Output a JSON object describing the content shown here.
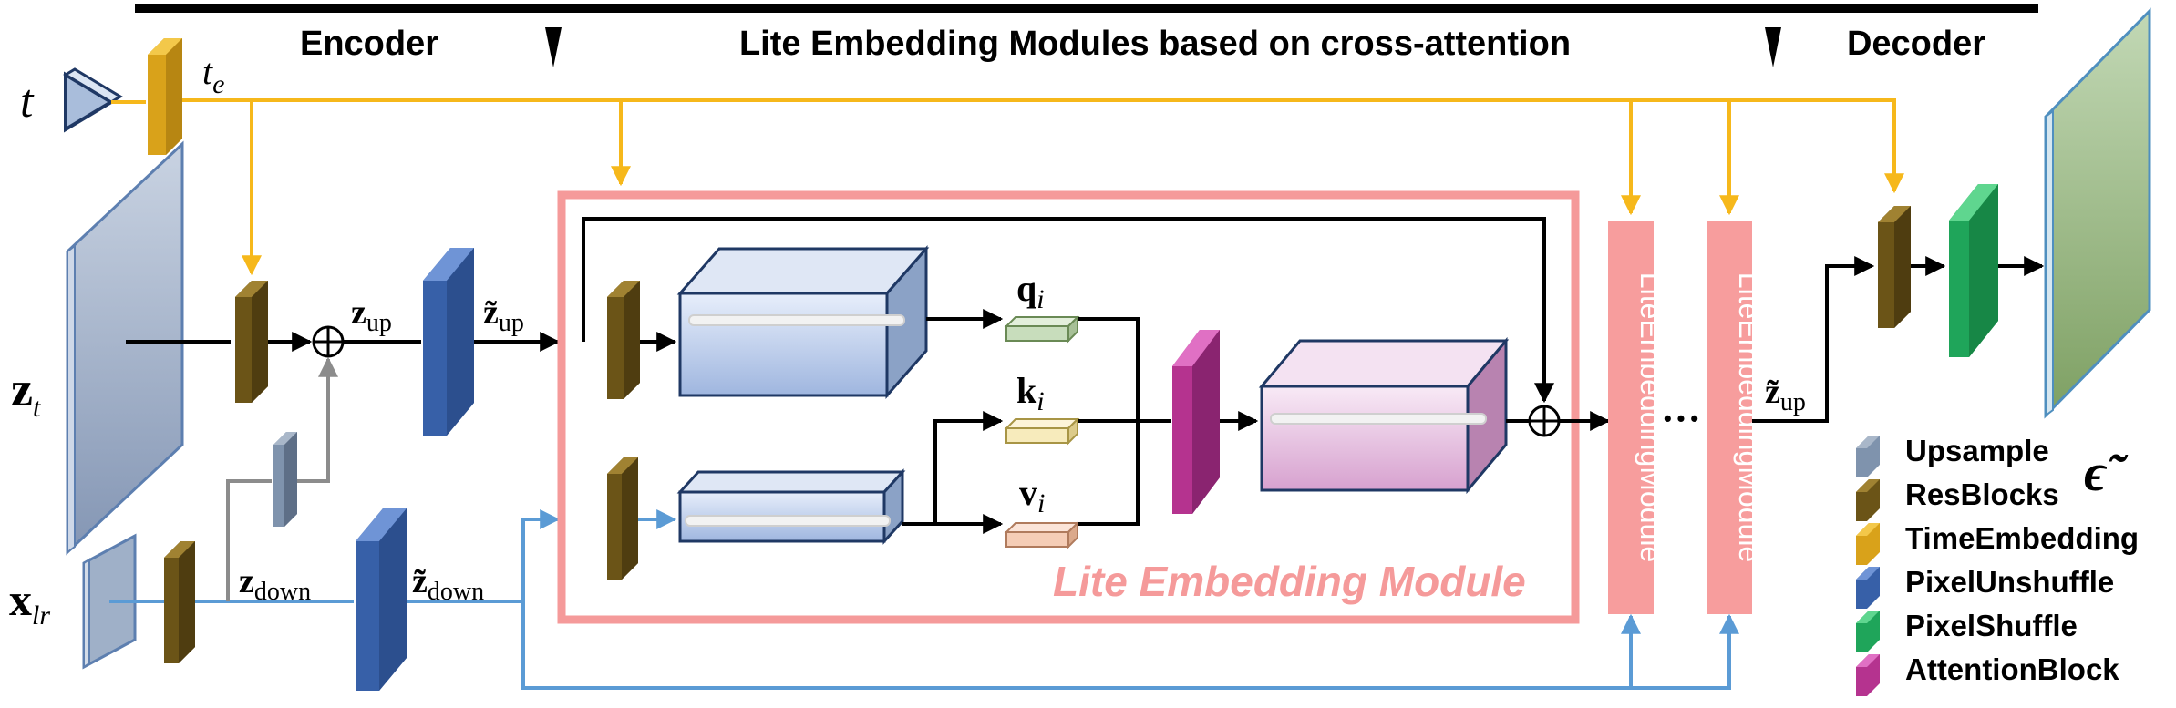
{
  "sections": {
    "encoder": "Encoder",
    "middle": "Lite Embedding Modules based on cross-attention",
    "decoder": "Decoder"
  },
  "labels": {
    "t": "t",
    "te_base": "t",
    "te_sub": "e",
    "zt_base": "z",
    "zt_sub": "t",
    "xlr_base": "x",
    "xlr_sub": "lr",
    "zup_base": "z",
    "zup_sub": "up",
    "zup_tilde_base": "z̃",
    "zup_tilde_sub": "up",
    "zdown_base": "z",
    "zdown_sub": "down",
    "zdown_tilde_base": "z̃",
    "zdown_tilde_sub": "down",
    "q_base": "q",
    "q_sub": "i",
    "k_base": "k",
    "k_sub": "i",
    "v_base": "v",
    "v_sub": "i",
    "zup_out_base": "z̃",
    "zup_out_sub": "up",
    "eps": "ϵ̃",
    "ellipsis": "···"
  },
  "module": {
    "title": "Lite Embedding Module",
    "stacked_label_1": "LiteEmbeddingModule",
    "stacked_label_2": "LiteEmbeddingModule"
  },
  "legend": [
    {
      "name": "Upsample",
      "color": "#7f93ad",
      "top": "#a9b7c9"
    },
    {
      "name": "ResBlocks",
      "color": "#6b5417",
      "top": "#a08232"
    },
    {
      "name": "TimeEmbedding",
      "color": "#d9a21a",
      "top": "#f3c84a"
    },
    {
      "name": "PixelUnshuffle",
      "color": "#3760a8",
      "top": "#6f94d6"
    },
    {
      "name": "PixelShuffle",
      "color": "#1fa55a",
      "top": "#5fd68f"
    },
    {
      "name": "AttentionBlock",
      "color": "#b5338f",
      "top": "#e070c4"
    }
  ],
  "colors": {
    "time_line": "#f6b81b",
    "lr_line": "#5b9bd5",
    "module_box": "#f59a9a",
    "module_title": "#f59a9a"
  }
}
